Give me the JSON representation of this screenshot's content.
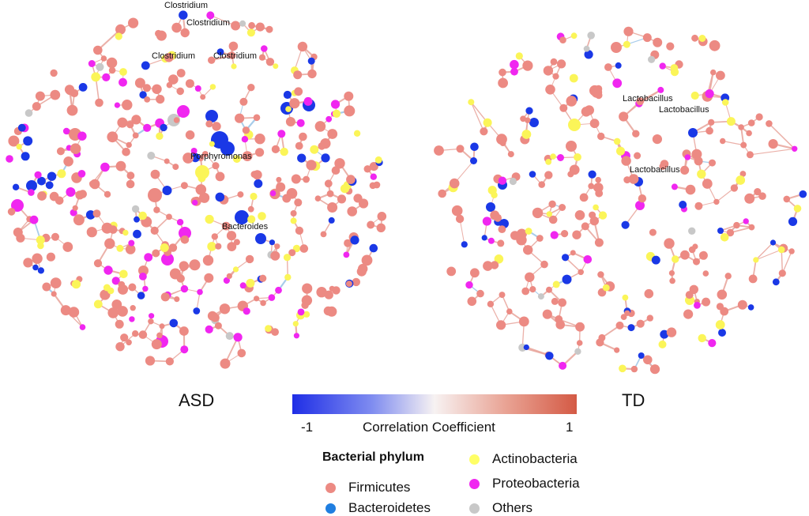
{
  "panels": {
    "asd": {
      "title": "ASD"
    },
    "td": {
      "title": "TD"
    }
  },
  "colorbar": {
    "min_label": "-1",
    "label": "Correlation Coefficient",
    "max_label": "1",
    "colors": {
      "negative": "#1f2ee6",
      "zero": "#f7f2f2",
      "positive": "#d45a45"
    }
  },
  "legend": {
    "title": "Bacterial phylum",
    "items": [
      {
        "key": "firmicutes",
        "label": "Firmicutes",
        "color": "#ec8a83"
      },
      {
        "key": "bacteroidetes",
        "label": "Bacteroidetes",
        "color": "#1f7ee0"
      },
      {
        "key": "actinobacteria",
        "label": "Actinobacteria",
        "color": "#ffff66"
      },
      {
        "key": "proteobacteria",
        "label": "Proteobacteria",
        "color": "#f026f0"
      },
      {
        "key": "others",
        "label": "Others",
        "color": "#c8c8c8"
      }
    ]
  },
  "node_colors": {
    "firmicutes": "#ec8a83",
    "bacteroidetes_node": "#1a38e6",
    "actinobacteria": "#fbf558",
    "proteobacteria": "#f026f0",
    "others": "#c8c8c8",
    "edge_positive": "#e9a8a0",
    "edge_negative": "#9fc6e8"
  },
  "labels": {
    "asd": [
      "Clostridium",
      "Clostridium",
      "Clostridium",
      "Clostridium",
      "Porphyromonas",
      "Bacteroides"
    ],
    "td": [
      "Lactobacillus",
      "Lactobacillus",
      "Lactobacillus"
    ]
  }
}
